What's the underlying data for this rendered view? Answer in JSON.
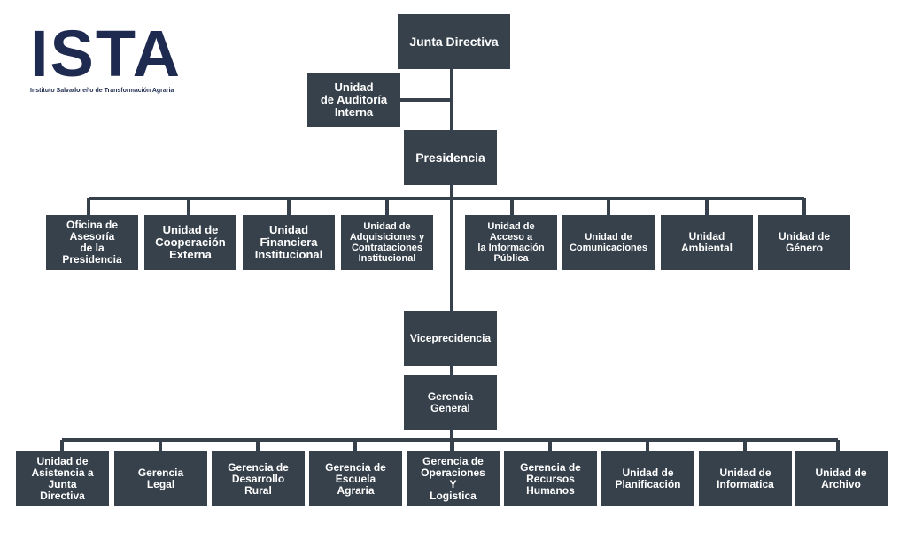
{
  "logo": {
    "wordmark": "ISTA",
    "subtitle": "Instituto Salvadoreño de Transformación Agraria"
  },
  "colors": {
    "box": "#37414b",
    "line": "#37414b",
    "text": "#ffffff",
    "logo": "#1e2a4f"
  },
  "chart": {
    "junta": "Junta Directiva",
    "auditoria": "Unidad\nde Auditoría\nInterna",
    "presidencia": "Presidencia",
    "presidency_units": [
      "Oficina de\nAsesoría\nde la\nPresidencia",
      "Unidad de\nCooperación\nExterna",
      "Unidad\nFinanciera\nInstitucional",
      "Unidad de\nAdquisiciones y\nContrataciones\nInstitucional",
      "Unidad de\nAcceso a\nla Información\nPública",
      "Unidad de\nComunicaciones",
      "Unidad\nAmbiental",
      "Unidad de\nGénero"
    ],
    "viceprecidencia": "Viceprecidencia",
    "gerencia_general": "Gerencia\nGeneral",
    "general_units": [
      "Unidad de\nAsistencia a\nJunta\nDirectiva",
      "Gerencia\nLegal",
      "Gerencia de\nDesarrollo\nRural",
      "Gerencia de\nEscuela\nAgraria",
      "Gerencia de\nOperaciones\nY\nLogistica",
      "Gerencia de\nRecursos\nHumanos",
      "Unidad de\nPlanificación",
      "Unidad de\nInformatica",
      "Unidad de\nArchivo"
    ]
  }
}
